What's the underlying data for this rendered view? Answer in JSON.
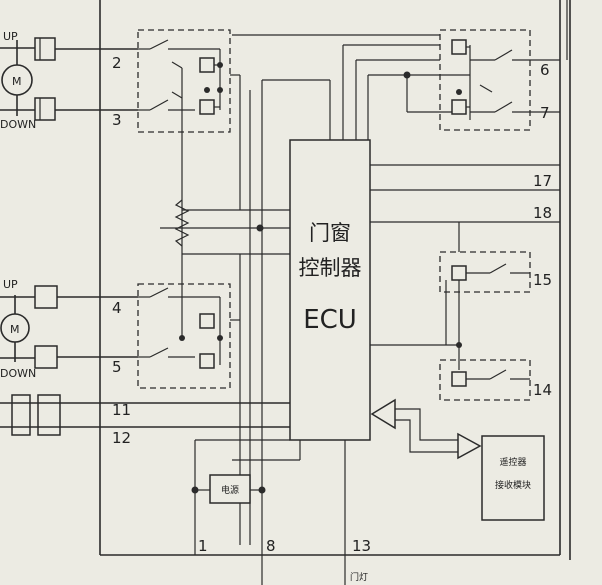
{
  "ecu": {
    "line1": "门窗",
    "line2": "控制器",
    "line3": "ECU"
  },
  "motors": [
    {
      "up": "UP",
      "down": "DOWN",
      "symbol": "M"
    },
    {
      "up": "UP",
      "down": "DOWN",
      "symbol": "M"
    }
  ],
  "pins": {
    "p1": "1",
    "p2": "2",
    "p3": "3",
    "p4": "4",
    "p5": "5",
    "p6": "6",
    "p7": "7",
    "p8": "8",
    "p11": "11",
    "p12": "12",
    "p13": "13",
    "p14": "14",
    "p15": "15",
    "p17": "17",
    "p18": "18"
  },
  "relay_box": "电源",
  "receiver": {
    "line1": "遥控器",
    "line2": "接收模块"
  },
  "bottom_label": "门灯"
}
